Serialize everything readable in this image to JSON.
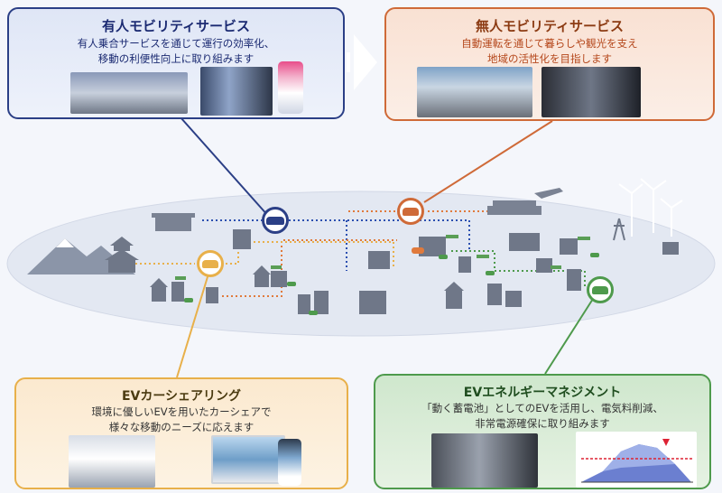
{
  "panels": {
    "manned": {
      "title": "有人モビリティサービス",
      "desc1": "有人乗合サービスを通じて運行の効率化、",
      "desc2": "移動の利便性向上に取り組みます"
    },
    "unmanned": {
      "title": "無人モビリティサービス",
      "desc1": "自動運転を通じて暮らしや観光を支え",
      "desc2": "地域の活性化を目指します"
    },
    "carshare": {
      "title": "EVカーシェアリング",
      "desc1": "環境に優しいEVを用いたカーシェアで",
      "desc2": "様々な移動のニーズに応えます"
    },
    "energy": {
      "title": "EVエネルギーマネジメント",
      "desc1": "「動く蓄電池」としてのEVを活用し、電気料削減、",
      "desc2": "非常電源確保に取り組みます"
    }
  },
  "colors": {
    "manned": "#2b3f86",
    "unmanned": "#cf6a38",
    "carshare": "#e8b04a",
    "energy": "#4e9a4c",
    "ellipse": "#e3e8f2"
  },
  "icons": {
    "bus": "bus-icon",
    "van": "van-icon",
    "car": "car-icon",
    "charging": "charging-car-icon",
    "arrow": "chevron-right-arrow-icon"
  }
}
